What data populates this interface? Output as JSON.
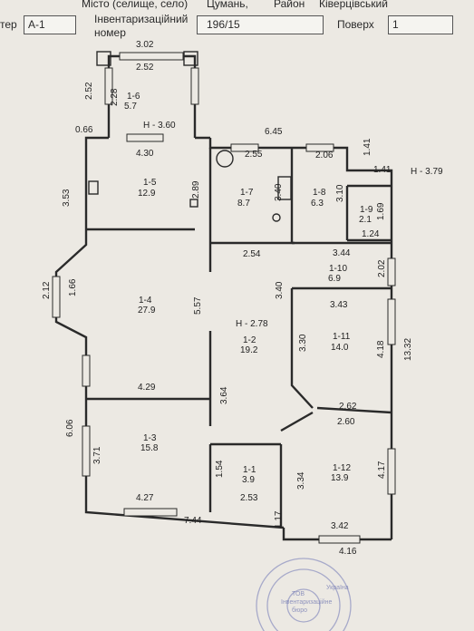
{
  "header": {
    "liter_label": "тер",
    "liter_value": "А-1",
    "settlement_label": "Місто (селище, село)",
    "settlement_value": "Цумань,",
    "district_label": "Район",
    "district_value": "Ківерцівський",
    "inventory_label": "Інвентаризаційний номер",
    "inventory_value": "196/15",
    "floor_label": "Поверх",
    "floor_value": "1"
  },
  "rooms": [
    {
      "id": "1-6",
      "area": "5.7"
    },
    {
      "id": "1-5",
      "area": "12.9"
    },
    {
      "id": "1-7",
      "area": "8.7"
    },
    {
      "id": "1-8",
      "area": "6.3"
    },
    {
      "id": "1-9",
      "area": "2.1"
    },
    {
      "id": "1-10",
      "area": "6.9"
    },
    {
      "id": "1-4",
      "area": "27.9"
    },
    {
      "id": "1-2",
      "area": "19.2"
    },
    {
      "id": "1-11",
      "area": "14.0"
    },
    {
      "id": "1-3",
      "area": "15.8"
    },
    {
      "id": "1-1",
      "area": "3.9"
    },
    {
      "id": "1-12",
      "area": "13.9"
    }
  ],
  "heights": [
    "Н - 3.60",
    "Н - 3.79",
    "Н - 2.78"
  ],
  "dimensions": {
    "d302": "3.02",
    "d252a": "2.52",
    "d252b": "2.52",
    "d228": "2.28",
    "d066": "0.66",
    "d430": "4.30",
    "d645": "6.45",
    "d255": "2.55",
    "d206": "2.06",
    "d141a": "1.41",
    "d141b": "1.41",
    "d353": "3.53",
    "d289": "2.89",
    "d340a": "3.40",
    "d310": "3.10",
    "d169": "1.69",
    "d124": "1.24",
    "d344": "3.44",
    "d254": "2.54",
    "d202": "2.02",
    "d212": "2.12",
    "d166": "1.66",
    "d557": "5.57",
    "d340b": "3.40",
    "d343": "3.43",
    "d330": "3.30",
    "d418": "4.18",
    "d1332": "13.32",
    "d429": "4.29",
    "d364": "3.64",
    "d262": "2.62",
    "d260": "2.60",
    "d606": "6.06",
    "d371": "3.71",
    "d154": "1.54",
    "d334": "3.34",
    "d417": "4.17",
    "d427": "4.27",
    "d253": "2.53",
    "d744": "7.44",
    "d117": "1.17",
    "d342": "3.42",
    "d416": "4.16"
  },
  "stamp": {
    "lines": [
      "Україна",
      "ТОВ",
      "Інвентаризаційне",
      "бюро"
    ]
  }
}
